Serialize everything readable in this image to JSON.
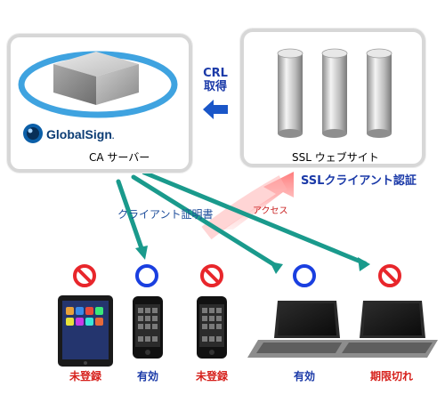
{
  "ca_server": {
    "label": "CA サーバー",
    "logo_text": "GlobalSign",
    "logo_mark": "."
  },
  "ssl_site": {
    "label": "SSL ウェブサイト"
  },
  "crl": {
    "line1": "CRL",
    "line2": "取得"
  },
  "ssl_auth_label": "SSLクライアント認証",
  "access_label": "アクセス",
  "client_cert_label": "クライアント証明書",
  "devices": [
    {
      "type": "tablet",
      "status": "未登録",
      "state": "denied"
    },
    {
      "type": "smartphone",
      "status": "有効",
      "state": "allowed"
    },
    {
      "type": "smartphone",
      "status": "未登録",
      "state": "denied"
    },
    {
      "type": "laptop",
      "status": "有効",
      "state": "allowed"
    },
    {
      "type": "laptop",
      "status": "期限切れ",
      "state": "denied"
    }
  ],
  "colors": {
    "denied": "#e8262b",
    "allowed": "#1a3fe0",
    "arrow_teal": "#1a9a8c",
    "status_red": "#d6201b",
    "status_blue": "#1b3aa8"
  }
}
